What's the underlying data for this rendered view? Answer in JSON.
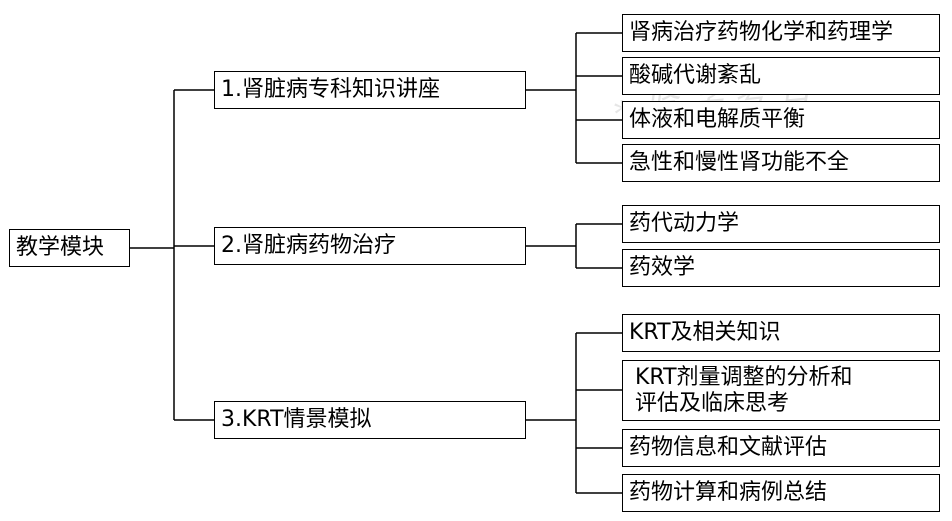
{
  "root": {
    "label": "教学模块"
  },
  "modules": [
    {
      "label": "1.肾脏病专科知识讲座",
      "topics": [
        "肾病治疗药物化学和药理学",
        "酸碱代谢紊乱",
        "体液和电解质平衡",
        "急性和慢性肾功能不全"
      ]
    },
    {
      "label": "2.肾脏病药物治疗",
      "topics": [
        "药代动力学",
        "药效学"
      ]
    },
    {
      "label": "3.KRT情景模拟",
      "topics": [
        "KRT及相关知识",
        "KRT剂量调整的分析和",
        "评估及临床思考",
        "药物信息和文献评估",
        "药物计算和病例总结"
      ]
    }
  ]
}
